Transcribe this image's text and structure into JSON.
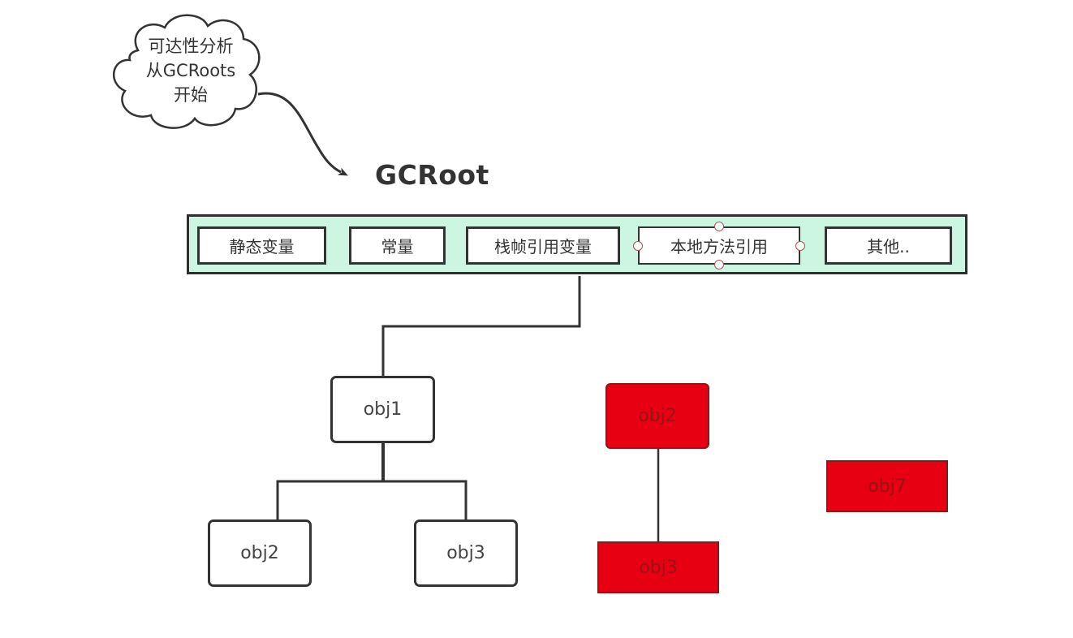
{
  "cloud": {
    "line1": "可达性分析",
    "line2": "从GCRoots",
    "line3": "开始"
  },
  "title": "GCRoot",
  "gc_roots": [
    {
      "label": "静态变量"
    },
    {
      "label": "常量"
    },
    {
      "label": "栈帧引用变量"
    },
    {
      "label": "本地方法引用"
    },
    {
      "label": "其他.."
    }
  ],
  "reachable": {
    "obj1": "obj1",
    "obj2": "obj2",
    "obj3": "obj3"
  },
  "unreachable": {
    "obj2": "obj2",
    "obj3": "obj3",
    "obj7": "obj7"
  },
  "colors": {
    "root_bar_fill": "#ccf5e2",
    "unreachable_fill": "#e60012",
    "stroke": "#333333"
  }
}
